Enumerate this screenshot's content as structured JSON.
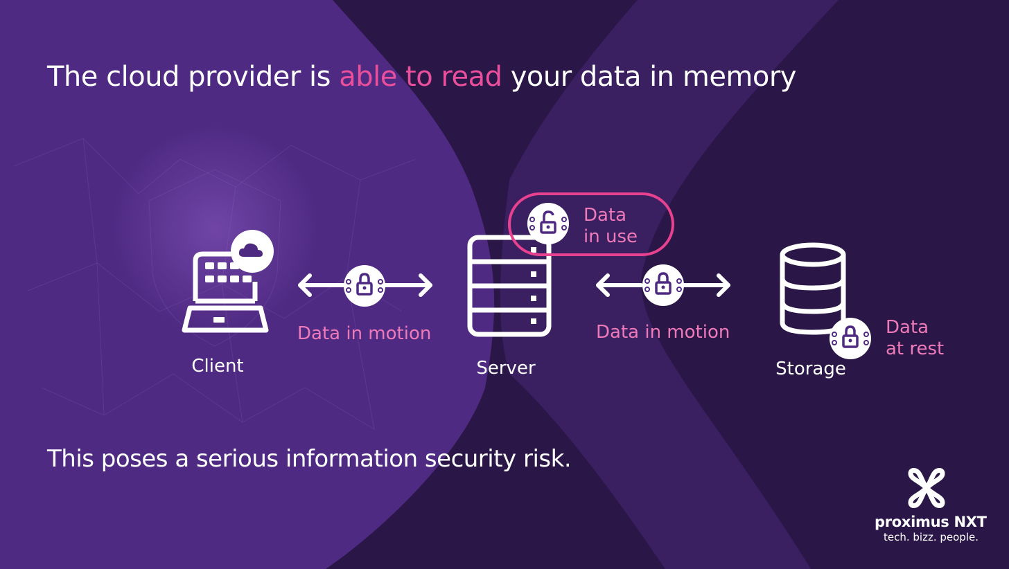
{
  "title": {
    "before": "The cloud provider is ",
    "highlight": "able to read",
    "after": " your data in memory"
  },
  "nodes": {
    "client": "Client",
    "server": "Server",
    "storage": "Storage"
  },
  "links": {
    "client_server": "Data in motion",
    "server_storage": "Data in motion"
  },
  "states": {
    "in_use": {
      "line1": "Data",
      "line2": "in use"
    },
    "at_rest": {
      "line1": "Data",
      "line2": "at rest"
    }
  },
  "footer": "This poses a serious information security risk.",
  "brand": {
    "name": "proximus NXT",
    "tagline": "tech. bizz. people."
  },
  "colors": {
    "background_light": "#4f2a82",
    "background_dark": "#2a1747",
    "accent": "#e8418f",
    "label_pink": "#ee7ab9",
    "foreground": "#ffffff"
  },
  "icons": {
    "client": "computer-cloud-icon",
    "server": "server-rack-icon",
    "storage": "database-icon",
    "lock": "padlock-icon",
    "unlock": "open-padlock-icon"
  }
}
